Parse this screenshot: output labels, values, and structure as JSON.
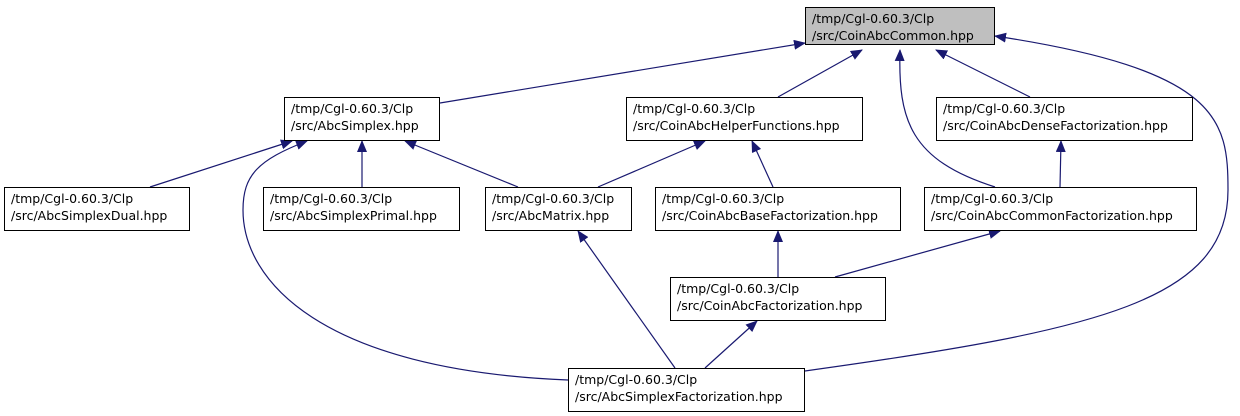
{
  "colors": {
    "edge": "#191970",
    "root_fill": "#bfbfbf",
    "node_fill": "#ffffff",
    "border": "#000000"
  },
  "nodes": {
    "root": {
      "line1": "/tmp/Cgl-0.60.3/Clp",
      "line2": "/src/CoinAbcCommon.hpp"
    },
    "simplex": {
      "line1": "/tmp/Cgl-0.60.3/Clp",
      "line2": "/src/AbcSimplex.hpp"
    },
    "helper": {
      "line1": "/tmp/Cgl-0.60.3/Clp",
      "line2": "/src/CoinAbcHelperFunctions.hpp"
    },
    "dense": {
      "line1": "/tmp/Cgl-0.60.3/Clp",
      "line2": "/src/CoinAbcDenseFactorization.hpp"
    },
    "dual": {
      "line1": "/tmp/Cgl-0.60.3/Clp",
      "line2": "/src/AbcSimplexDual.hpp"
    },
    "primal": {
      "line1": "/tmp/Cgl-0.60.3/Clp",
      "line2": "/src/AbcSimplexPrimal.hpp"
    },
    "matrix": {
      "line1": "/tmp/Cgl-0.60.3/Clp",
      "line2": "/src/AbcMatrix.hpp"
    },
    "base": {
      "line1": "/tmp/Cgl-0.60.3/Clp",
      "line2": "/src/CoinAbcBaseFactorization.hpp"
    },
    "commonf": {
      "line1": "/tmp/Cgl-0.60.3/Clp",
      "line2": "/src/CoinAbcCommonFactorization.hpp"
    },
    "fact": {
      "line1": "/tmp/Cgl-0.60.3/Clp",
      "line2": "/src/CoinAbcFactorization.hpp"
    },
    "sfact": {
      "line1": "/tmp/Cgl-0.60.3/Clp",
      "line2": "/src/AbcSimplexFactorization.hpp"
    }
  },
  "edges": [
    {
      "from": "simplex",
      "to": "root"
    },
    {
      "from": "helper",
      "to": "root"
    },
    {
      "from": "commonf",
      "to": "root"
    },
    {
      "from": "dense",
      "to": "root"
    },
    {
      "from": "sfact",
      "to": "root"
    },
    {
      "from": "dual",
      "to": "simplex"
    },
    {
      "from": "primal",
      "to": "simplex"
    },
    {
      "from": "matrix",
      "to": "simplex"
    },
    {
      "from": "sfact",
      "to": "simplex"
    },
    {
      "from": "matrix",
      "to": "helper"
    },
    {
      "from": "base",
      "to": "helper"
    },
    {
      "from": "commonf",
      "to": "dense"
    },
    {
      "from": "fact",
      "to": "base"
    },
    {
      "from": "fact",
      "to": "commonf"
    },
    {
      "from": "sfact",
      "to": "matrix"
    },
    {
      "from": "sfact",
      "to": "fact"
    }
  ]
}
